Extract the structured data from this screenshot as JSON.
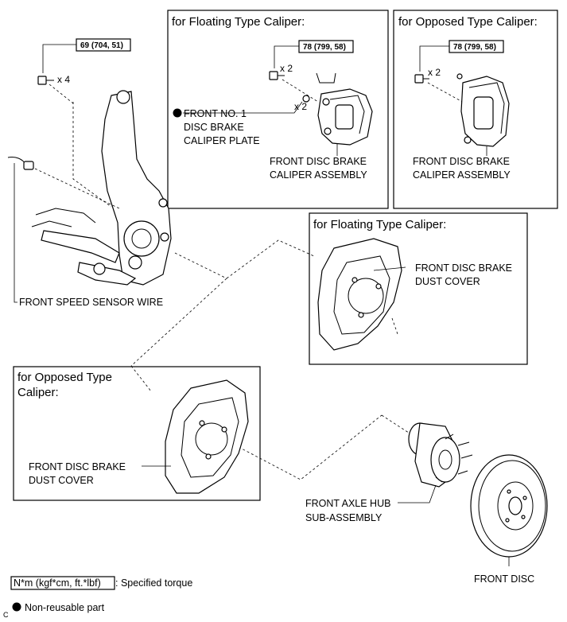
{
  "panels": {
    "floating_caliper": {
      "header": "for Floating Type Caliper:",
      "torque": "78 (799, 58)",
      "bolt_qty": "x 2",
      "plate_qty": "x 2",
      "plate_label": [
        "FRONT NO. 1",
        "DISC BRAKE",
        "CALIPER PLATE"
      ],
      "caliper_label": [
        "FRONT DISC BRAKE",
        "CALIPER ASSEMBLY"
      ]
    },
    "opposed_caliper": {
      "header": "for Opposed Type Caliper:",
      "torque": "78 (799, 58)",
      "bolt_qty": "x 2",
      "caliper_label": [
        "FRONT DISC BRAKE",
        "CALIPER ASSEMBLY"
      ]
    },
    "floating_dust_cover": {
      "header": "for Floating Type Caliper:",
      "label": [
        "FRONT DISC BRAKE",
        "DUST COVER"
      ]
    },
    "opposed_dust_cover": {
      "header": [
        "for Opposed Type",
        "Caliper:"
      ],
      "label": [
        "FRONT DISC BRAKE",
        "DUST COVER"
      ]
    }
  },
  "knuckle": {
    "torque": "69 (704, 51)",
    "bolt_qty": "x 4"
  },
  "labels": {
    "speed_sensor": "FRONT SPEED SENSOR WIRE",
    "axle_hub": [
      "FRONT AXLE HUB",
      "SUB-ASSEMBLY"
    ],
    "front_disc": "FRONT DISC"
  },
  "legend": {
    "torque_units": "N*m (kgf*cm, ft.*lbf)",
    "torque_desc": ": Specified torque",
    "non_reusable": "Non-reusable part",
    "corner_mark": "C"
  }
}
